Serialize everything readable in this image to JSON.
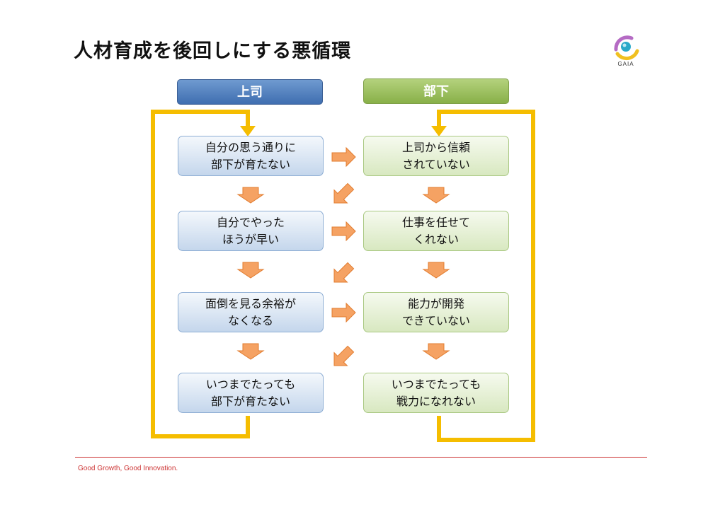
{
  "title": "人材育成を後回しにする悪循環",
  "logo": {
    "text": "GAIA"
  },
  "columns": {
    "left": {
      "header": "上司",
      "boxes": [
        "自分の思う通りに\n部下が育たない",
        "自分でやった\nほうが早い",
        "面倒を見る余裕が\nなくなる",
        "いつまでたっても\n部下が育たない"
      ]
    },
    "right": {
      "header": "部下",
      "boxes": [
        "上司から信頼\nされていない",
        "仕事を任せて\nくれない",
        "能力が開発\nできていない",
        "いつまでたっても\n戦力になれない"
      ]
    }
  },
  "footer": "Good Growth,  Good Innovation.",
  "colors": {
    "loop_line": "#f5bd00",
    "arrow_fill": "#f5a263",
    "arrow_stroke": "#e27c2f",
    "blue_header": "#4a78b8",
    "green_header": "#94bb55",
    "accent_red": "#cc3333"
  }
}
